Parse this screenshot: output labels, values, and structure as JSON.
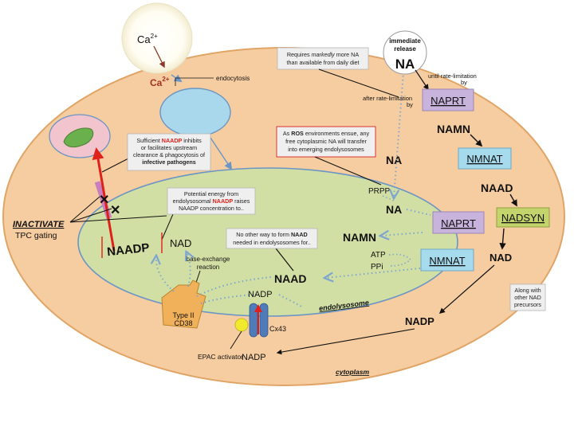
{
  "ions": {
    "ca_top": "Ca",
    "ca_sup": "2+",
    "ca_mid": "Ca",
    "ca_mid_sup": "2+"
  },
  "labels": {
    "endocytosis": "endocytosis",
    "immediate_line1": "immediate",
    "immediate_line2": "release",
    "na_top": "NA",
    "until_rate_1": "until rate-limitation",
    "until_rate_2": "by",
    "after_rate_1": "after rate-limitation",
    "after_rate_2": "by",
    "na_mid": "NA",
    "prpp": "PRPP",
    "na_inner": "NA",
    "namn_right": "NAMN",
    "naad_right": "NAAD",
    "nad_right": "NAD",
    "namn_inner": "NAMN",
    "atp": "ATP",
    "ppi": "PPi",
    "naad_inner": "NAAD",
    "nad_inner": "NAD",
    "naadp_inner": "NAADP",
    "naadp_cyto": "NADP",
    "nadp_channel_top": "NADP",
    "nadp_bottom": "NADP",
    "cx43": "Cx43",
    "epac": "EPAC activator",
    "base_exchange_1": "base-exchange",
    "base_exchange_2": "reaction",
    "type2_1": "Type II",
    "type2_2": "CD38",
    "endolysosome": "endolysosome",
    "cytoplasm": "cytoplasm",
    "inactivate": "INACTIVATE",
    "tpc_gating": "TPC gating"
  },
  "enzymes": {
    "naprt_right": "NAPRT",
    "nmnat_right": "NMNAT",
    "nadsyn_right": "NADSYN",
    "naprt_inner": "NAPRT",
    "nmnat_inner": "NMNAT"
  },
  "notes": {
    "requires_1": "Requires ",
    "requires_em": "markedly",
    "requires_2": " more NA",
    "requires_3": "than available from daily diet",
    "ros_1": "As ",
    "ros_em": "ROS",
    "ros_2": " environments ensue, any",
    "ros_3": "free cytoplasmic NA will transfer",
    "ros_4": "into emerging endolysosomes",
    "sufficient_1": "Sufficient ",
    "sufficient_em": "NAADP",
    "sufficient_2": " inhibits",
    "sufficient_3": "or facilitates upstream",
    "sufficient_4": "clearance & phagocytosis of",
    "sufficient_5": "infective pathogens",
    "potential_1": "Potential energy from",
    "potential_2a": "endolysosomal ",
    "potential_em": "NAADP",
    "potential_2b": " raises",
    "potential_3": "NAADP concentration to..",
    "noother_1a": "No other way to form ",
    "noother_em": "NAAD",
    "noother_2": "needed in endolysosomes for..",
    "along_1": "Along with",
    "along_2": "other NAD",
    "along_3": "precursors"
  },
  "colors": {
    "cytoplasm_fill": "#f6cda0",
    "endolysosome_fill": "#d2dfa4",
    "vesicle_fill": "#a9d8ec",
    "pathogen_cell_fill": "#f2c4cd",
    "naprt_fill": "#c8b3dc",
    "nmnat_fill": "#a6dbee",
    "nadsyn_fill": "#c4d46c",
    "cd38_fill": "#f0b15a",
    "channel_fill": "#4f7bb8",
    "tpc_fill": "#c77fbe",
    "accent_red": "#e0201a",
    "pathogen_green": "#6ab04c",
    "dotted_blue": "#7ea6cf"
  }
}
